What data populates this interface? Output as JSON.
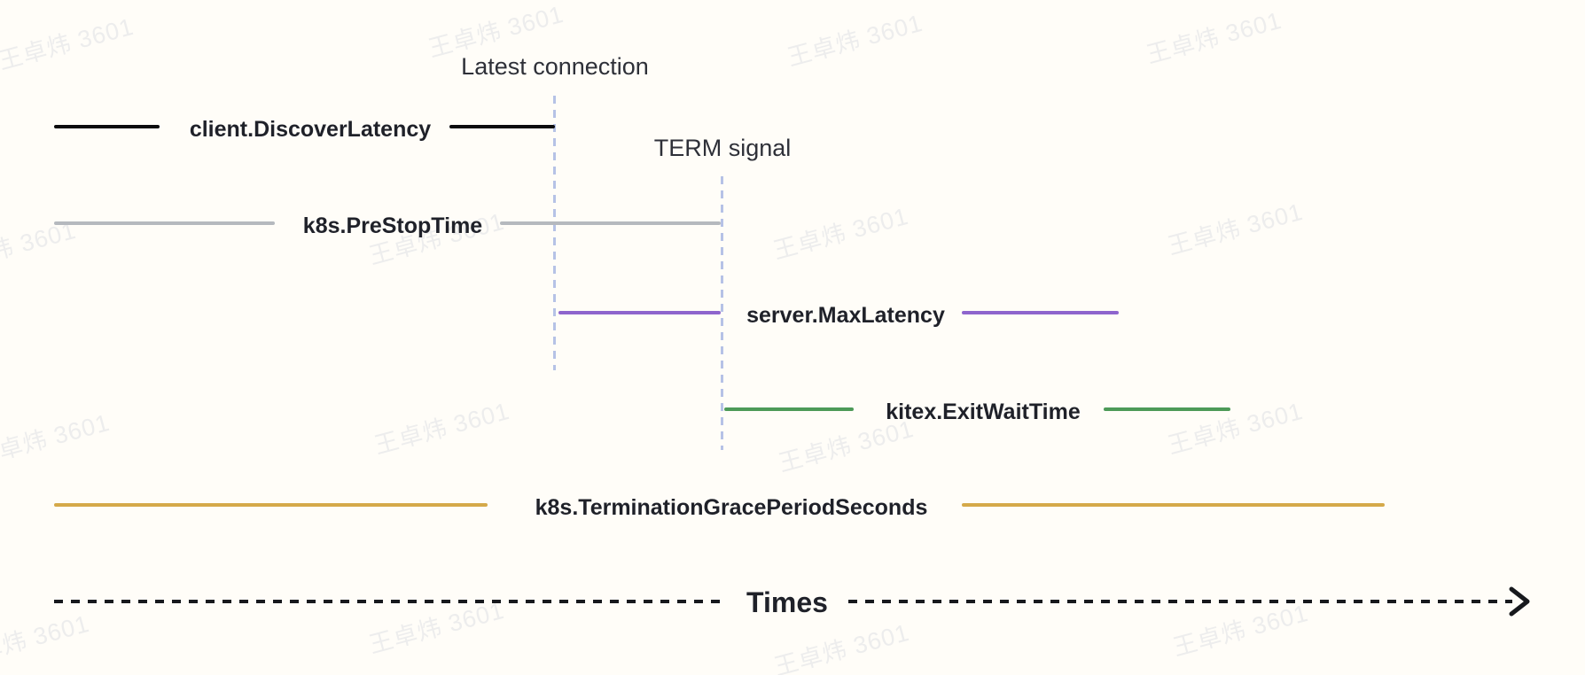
{
  "diagram": {
    "title_context": "service graceful shutdown timeline",
    "background_color": "#fffdf8",
    "watermark": {
      "text": "王卓炜 3601",
      "color": "#ededed"
    },
    "events": [
      {
        "id": "latest-connection",
        "label": "Latest connection",
        "guide_color": "#b6c2e6"
      },
      {
        "id": "term-signal",
        "label": "TERM signal",
        "guide_color": "#b6c2e6"
      }
    ],
    "series": [
      {
        "id": "client-discover-latency",
        "label": "client.DiscoverLatency",
        "color": "#0b0b0d"
      },
      {
        "id": "k8s-prestop-time",
        "label": "k8s.PreStopTime",
        "color": "#b5b9be"
      },
      {
        "id": "server-max-latency",
        "label": "server.MaxLatency",
        "color": "#8e65cd"
      },
      {
        "id": "kitex-exit-wait-time",
        "label": "kitex.ExitWaitTime",
        "color": "#4d9a58"
      },
      {
        "id": "k8s-termination-grace-period-seconds",
        "label": "k8s.TerminationGracePeriodSeconds",
        "color": "#d5a94a"
      }
    ],
    "axis": {
      "label": "Times",
      "color": "#17191d"
    }
  }
}
